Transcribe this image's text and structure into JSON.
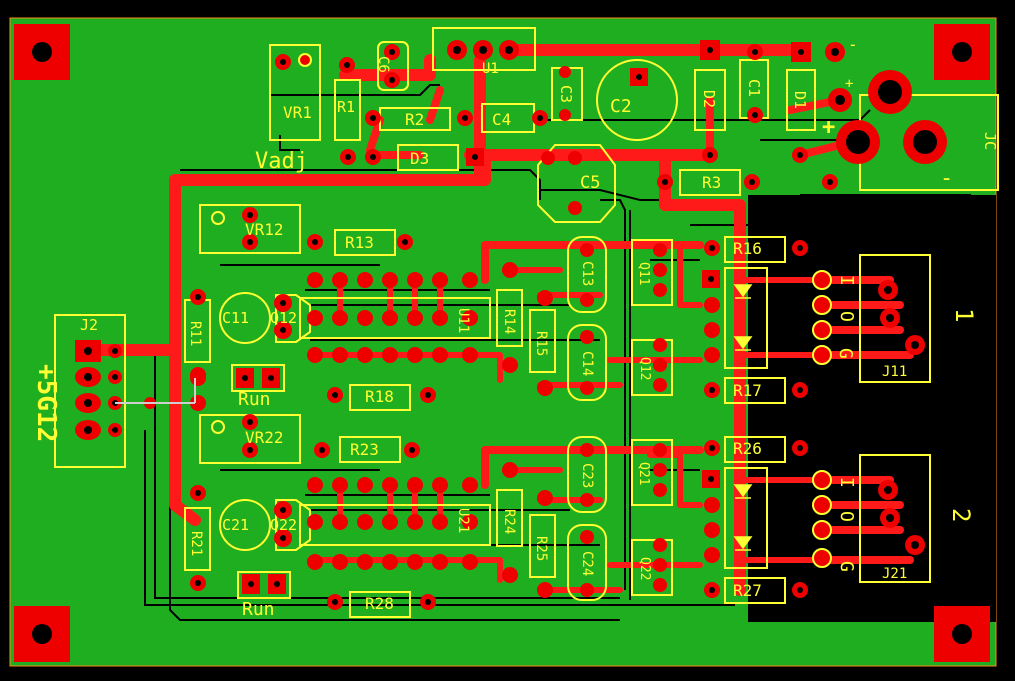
{
  "colors": {
    "background": "#000000",
    "board": "#1fae1f",
    "trace": "#ff1a1a",
    "silkscreen": "#ffff33",
    "copper_dark": "#000000",
    "pad_hole": "#000000",
    "outline": "#ff8c1a"
  },
  "labels": {
    "vr1": "VR1",
    "r1": "R1",
    "r2": "R2",
    "c6": "C6",
    "u1": "U1",
    "c4": "C4",
    "c3": "C3",
    "c2": "C2",
    "d2": "D2",
    "c1": "C1",
    "d1": "D1",
    "jc": "JC",
    "vadj": "Vadj",
    "d3": "D3",
    "c5": "C5",
    "r3": "R3",
    "vr12": "VR12",
    "r13": "R13",
    "r16": "R16",
    "c13": "C13",
    "q11": "Q11",
    "r11": "R11",
    "c11": "C11",
    "q12": "Q12",
    "u11": "U11",
    "r14": "R14",
    "r15": "R15",
    "c14": "C14",
    "q12b": "Q12",
    "r17": "R17",
    "j2": "J2",
    "side_label": "+5G12",
    "run1": "Run",
    "r18": "R18",
    "vr22": "VR22",
    "r23": "R23",
    "r26": "R26",
    "c23": "C23",
    "q21": "Q21",
    "r21": "R21",
    "c21": "C21",
    "q22": "Q22",
    "u21": "U21",
    "r24": "R24",
    "r25": "R25",
    "c24": "C24",
    "q22b": "Q22",
    "r27": "R27",
    "run2": "Run",
    "r28": "R28",
    "j11": "J11",
    "j21": "J21",
    "ch1": "1",
    "ch2": "2",
    "godi1_g": "G",
    "godi1_o": "O",
    "godi1_i": "I",
    "godi2_g": "G",
    "godi2_o": "O",
    "godi2_i": "I",
    "plus1": "+",
    "plus2": "+",
    "minus1": "-",
    "minus2": "-"
  }
}
